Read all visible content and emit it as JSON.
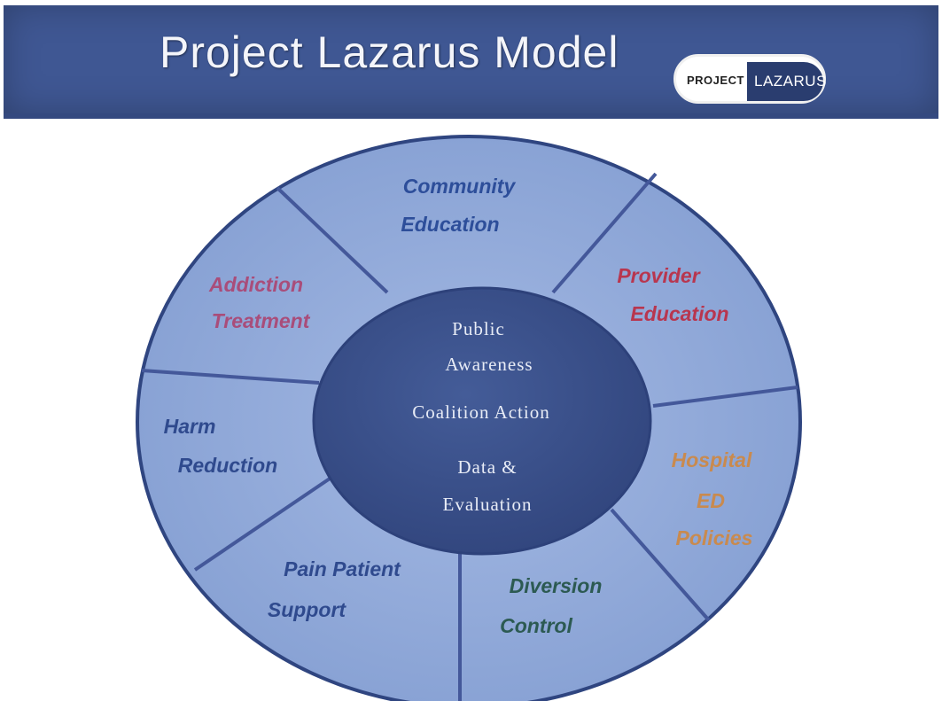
{
  "header": {
    "title": "Project Lazarus Model",
    "logo_word1": "PROJECT",
    "logo_word2": "LAZARUS"
  },
  "core": {
    "lines": [
      "Public",
      "Awareness",
      "Coalition Action",
      "Data &",
      "Evaluation"
    ]
  },
  "segments": [
    {
      "lines": [
        "Community",
        "Education"
      ],
      "color": "#2d4e9a"
    },
    {
      "lines": [
        "Provider",
        "Education"
      ],
      "color": "#b8364f"
    },
    {
      "lines": [
        "Hospital",
        "ED",
        "Policies"
      ],
      "color": "#c98a4e"
    },
    {
      "lines": [
        "Diversion",
        "Control"
      ],
      "color": "#2c5a52"
    },
    {
      "lines": [
        "Pain Patient",
        "Support"
      ],
      "color": "#2f4a8e"
    },
    {
      "lines": [
        "Harm",
        "Reduction"
      ],
      "color": "#2f4a8e"
    },
    {
      "lines": [
        "Addiction",
        "Treatment"
      ],
      "color": "#a94d7a"
    }
  ],
  "colors": {
    "ring": "#8ea6d6",
    "core": "#3a4f88",
    "divider": "#4b5f9e",
    "title_bar": "#3f5793"
  }
}
